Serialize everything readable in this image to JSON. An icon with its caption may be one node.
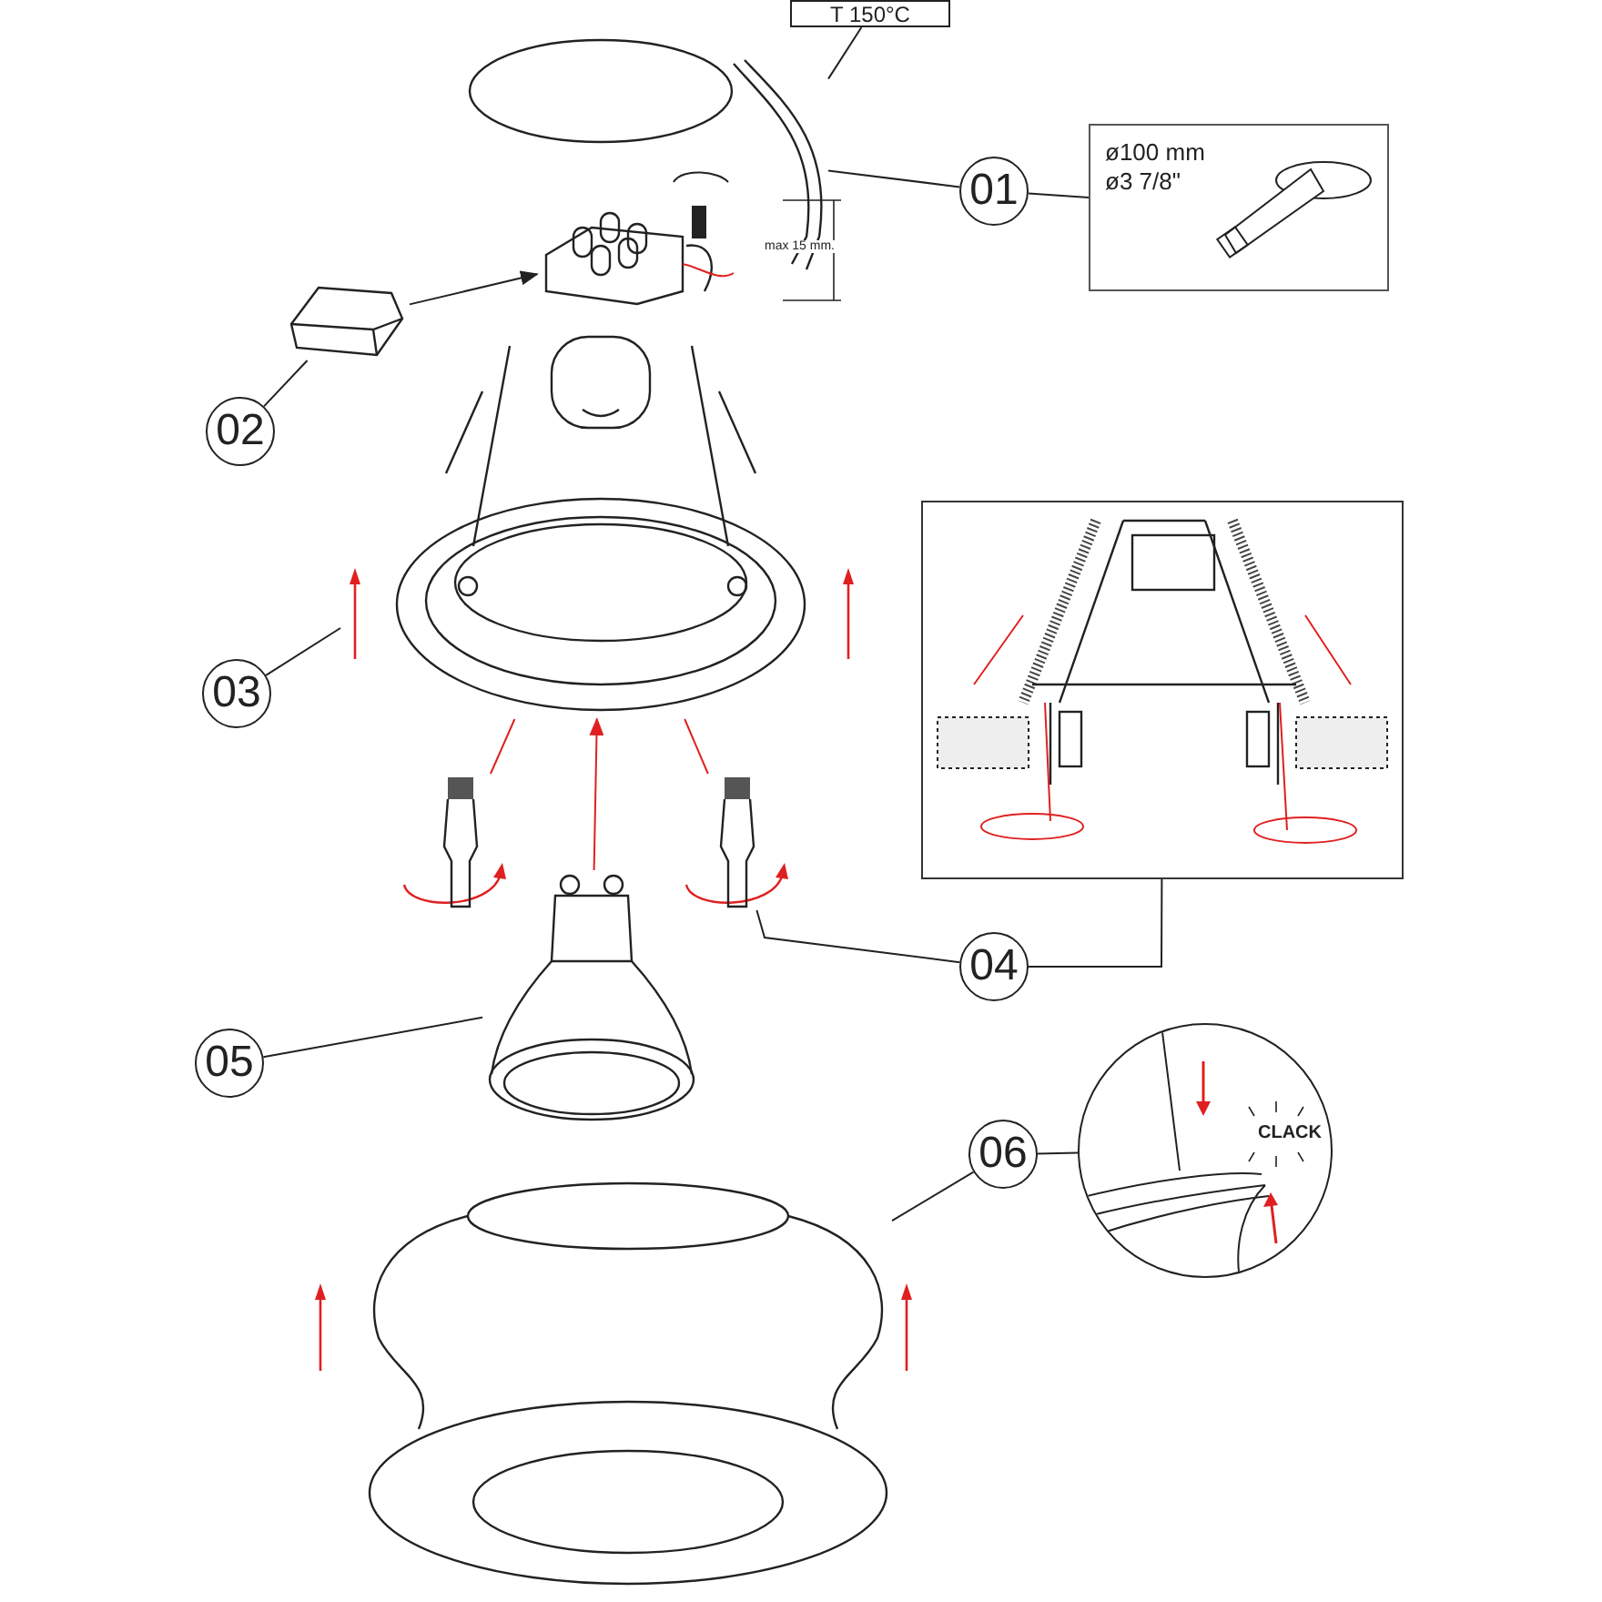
{
  "diagram": {
    "nodes": [
      {
        "text": [
          "T 150°C"
        ]
      },
      {
        "text": [],
        "shape": "picture"
      },
      {
        "text": [
          "01"
        ]
      },
      {
        "text": [
          "ø100 mm",
          "ø3 7/8\""
        ]
      },
      {
        "text": [],
        "shape": "picture"
      },
      {
        "text": [],
        "shape": "picture"
      },
      {
        "text": [
          "02"
        ]
      },
      {
        "text": [],
        "shape": "picture"
      },
      {
        "text": [
          "03"
        ]
      },
      {
        "text": [],
        "shape": "picture"
      },
      {
        "text": [],
        "shape": "picture"
      },
      {
        "text": [],
        "shape": "picture"
      },
      {
        "text": [
          "04"
        ]
      },
      {
        "text": [],
        "shape": "picture"
      },
      {
        "text": [
          "05"
        ]
      },
      {
        "text": [
          "06"
        ]
      },
      {
        "text": [
          "CLACK"
        ]
      },
      {
        "text": [],
        "shape": "picture"
      }
    ],
    "edges": [
      {
        "from": 0,
        "to": 1,
        "arrow": "none"
      },
      {
        "from": 2,
        "to": 1,
        "arrow": "none"
      },
      {
        "from": 2,
        "to": 3,
        "arrow": "none"
      },
      {
        "from": 5,
        "to": 4,
        "arrow": "to"
      },
      {
        "from": 6,
        "to": 5,
        "arrow": "none"
      },
      {
        "from": 8,
        "to": null,
        "arrow": "none"
      },
      {
        "from": 12,
        "to": 11,
        "arrow": "none"
      },
      {
        "from": 12,
        "to": 9,
        "arrow": "none"
      },
      {
        "from": 14,
        "to": 13,
        "arrow": "none"
      },
      {
        "from": 15,
        "to": 16,
        "arrow": "none"
      },
      {
        "from": 15,
        "to": 17,
        "arrow": "none"
      },
      {
        "from": 13,
        "to": 7,
        "arrow": "to",
        "color": "#e02020"
      },
      {
        "from": 10,
        "to": 7,
        "arrow": "none",
        "color": "#e02020"
      },
      {
        "from": 11,
        "to": 7,
        "arrow": "none",
        "color": "#e02020"
      }
    ],
    "labels": [
      "max 15 mm."
    ]
  }
}
